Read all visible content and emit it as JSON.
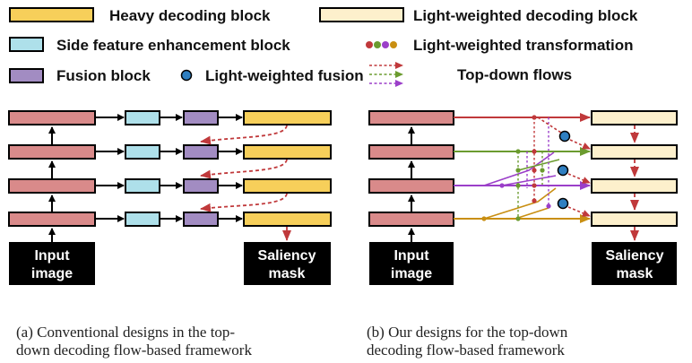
{
  "legend": {
    "heavy": "Heavy decoding block",
    "light_block": "Light-weighted decoding block",
    "side": "Side feature enhancement block",
    "transform": "Light-weighted transformation",
    "fusion": "Fusion block",
    "light_fusion": "Light-weighted fusion",
    "flows": "Top-down flows"
  },
  "panel_a": {
    "input_line1": "Input",
    "input_line2": "image",
    "output_line1": "Saliency",
    "output_line2": "mask",
    "caption_line1": "(a) Conventional designs in the top-",
    "caption_line2": "down decoding flow-based framework"
  },
  "panel_b": {
    "input_line1": "Input",
    "input_line2": "image",
    "output_line1": "Saliency",
    "output_line2": "mask",
    "caption_line1": "(b) Our designs for the top-down",
    "caption_line2": "decoding flow-based framework"
  },
  "colors": {
    "encoder": "#d98a8a",
    "heavy": "#f7cf5a",
    "light": "#fdf0cc",
    "side": "#aee0ea",
    "fusion": "#a28cc2",
    "fusion_dot": "#2f7fc1",
    "red": "#c0393b",
    "green": "#6b9b2f",
    "purple": "#9b3fc9",
    "gold": "#c98f12"
  },
  "icons": {
    "arrow": "arrow-icon",
    "dot": "fusion-dot-icon"
  }
}
